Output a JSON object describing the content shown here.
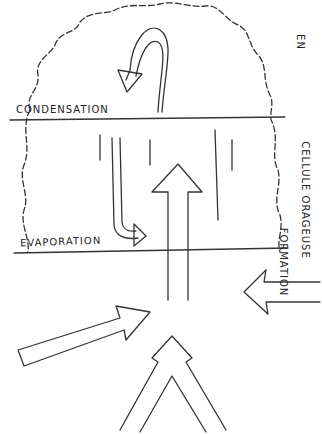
{
  "diagram": {
    "labels": [
      "CONDENSATION",
      "EVAPORATION",
      "EN",
      "CELLULE ORAGEUSE",
      "FORMATION"
    ]
  }
}
